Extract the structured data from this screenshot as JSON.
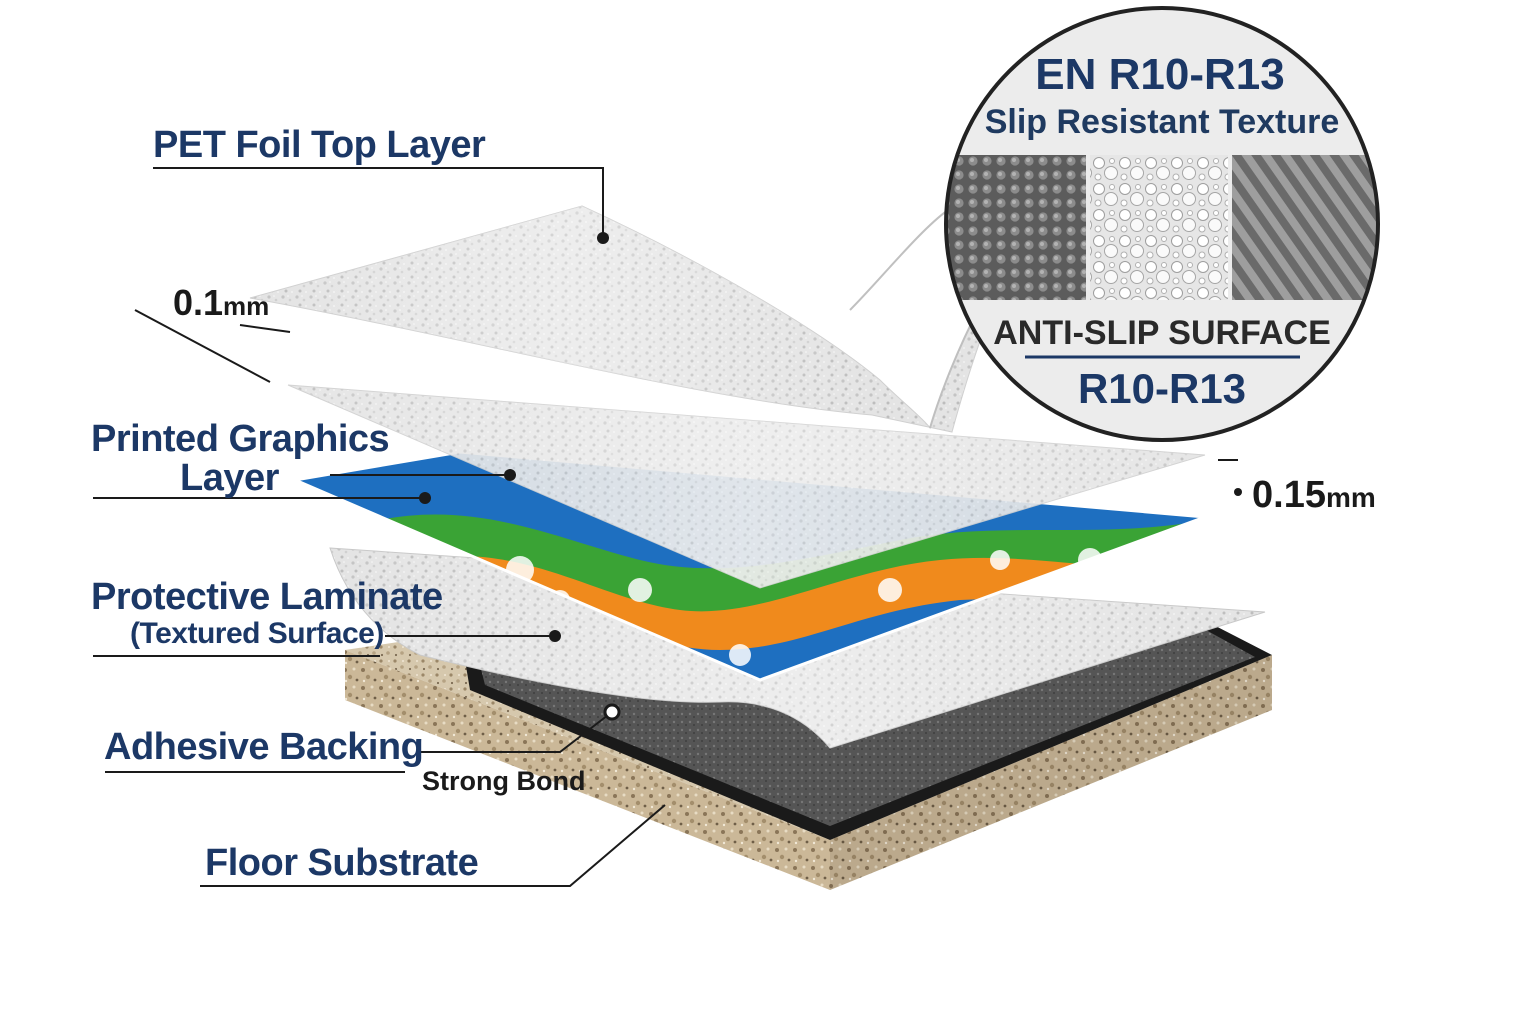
{
  "labels": {
    "pet_foil": "PET Foil Top Layer",
    "printed_graphics_1": "Printed Graphics",
    "printed_graphics_2": "Layer",
    "protective_laminate": "Protective Laminate",
    "textured_surface": "(Textured Surface)",
    "adhesive_backing": "Adhesive Backing",
    "strong_bond": "Strong Bond",
    "floor_substrate": "Floor Substrate"
  },
  "dimensions": {
    "top_value": "0.1",
    "top_unit": "mm",
    "right_value": "0.15",
    "right_unit": "mm"
  },
  "magnifier": {
    "heading": "EN R10-R13",
    "subheading": "Slip Resistant Texture",
    "surface_label": "ANTI-SLIP SURFACE",
    "rating": "R10-R13"
  },
  "colors": {
    "label_navy": "#1c3866",
    "print_blue": "#1e6fc0",
    "print_green": "#3aa335",
    "print_orange": "#f08a1c",
    "adhesive_black": "#1a1a1a",
    "substrate_beige": "#c9b79a"
  }
}
